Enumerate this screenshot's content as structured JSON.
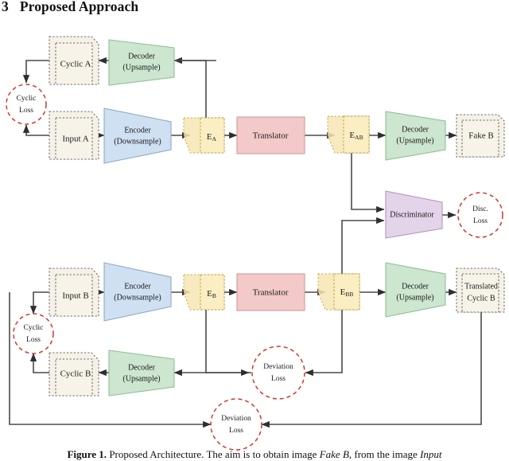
{
  "heading": {
    "number": "3",
    "title": "Proposed Approach"
  },
  "caption": {
    "label": "Figure 1.",
    "text_before_em1": " Proposed Architecture. The aim is to obtain image ",
    "em1": "Fake B",
    "text_between": ", from the image ",
    "em2": "Input"
  },
  "nodes": {
    "cyclic_a": "Cyclic A",
    "input_a": "Input A",
    "encoder_a_line1": "Encoder",
    "encoder_a_line2": "(Downsample)",
    "decoder_a_line1": "Decoder",
    "decoder_a_line2": "(Upsample)",
    "e_a_base": "E",
    "e_a_sub": "A",
    "translator_a": "Translator",
    "e_ab_base": "E",
    "e_ab_sub": "AB",
    "decoder_fake_line1": "Decoder",
    "decoder_fake_line2": "(Upsample)",
    "fake_b": "Fake B",
    "discriminator": "Discriminator",
    "input_b": "Input B",
    "encoder_b_line1": "Encoder",
    "encoder_b_line2": "(Downsample)",
    "e_b_base": "E",
    "e_b_sub": "B",
    "translator_b": "Translator",
    "e_bb_base": "E",
    "e_bb_sub": "BB",
    "decoder_tcb_line1": "Decoder",
    "decoder_tcb_line2": "(Upsample)",
    "translated_cyclic_b_line1": "Translated",
    "translated_cyclic_b_line2": "Cyclic B",
    "decoder_cyclic_b_line1": "Decoder",
    "decoder_cyclic_b_line2": "(Upsample)",
    "cyclic_b": "Cyclic B"
  },
  "losses": {
    "cyclic_loss_a_line1": "Cyclic",
    "cyclic_loss_a_line2": "Loss",
    "disc_loss_line1": "Disc.",
    "disc_loss_line2": "Loss",
    "cyclic_loss_b_line1": "Cyclic",
    "cyclic_loss_b_line2": "Loss",
    "deviation_loss_mid_line1": "Deviation",
    "deviation_loss_mid_line2": "Loss",
    "deviation_loss_bottom_line1": "Deviation",
    "deviation_loss_bottom_line2": "Loss"
  },
  "colors": {
    "encoder_fill": "#cfe0f3",
    "decoder_fill": "#cce6cf",
    "translator_fill": "#f3c9c9",
    "discriminator_fill": "#e3d4ea",
    "latent_fill": "#faeec2",
    "document_fill": "#f5f1e6",
    "loss_stroke": "#d0372c",
    "edge_stroke": "#4a4a4a"
  }
}
